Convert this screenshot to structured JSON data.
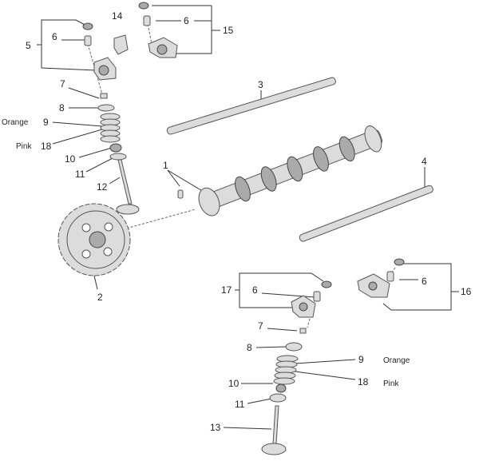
{
  "diagram": {
    "title_hidden": null,
    "labels": {
      "l1": "1",
      "l2": "2",
      "l3": "3",
      "l4": "4",
      "l5": "5",
      "l6a": "6",
      "l6b": "6",
      "l6c": "6",
      "l6d": "6",
      "l7a": "7",
      "l7b": "7",
      "l8a": "8",
      "l8b": "8",
      "l9a": "9",
      "l9b": "9",
      "l10a": "10",
      "l10b": "10",
      "l11a": "11",
      "l11b": "11",
      "l12": "12",
      "l13": "13",
      "l14": "14",
      "l15": "15",
      "l16": "16",
      "l17": "17",
      "l18a": "18",
      "l18b": "18",
      "orange_a": "Orange",
      "orange_b": "Orange",
      "pink_a": "Pink",
      "pink_b": "Pink"
    }
  }
}
